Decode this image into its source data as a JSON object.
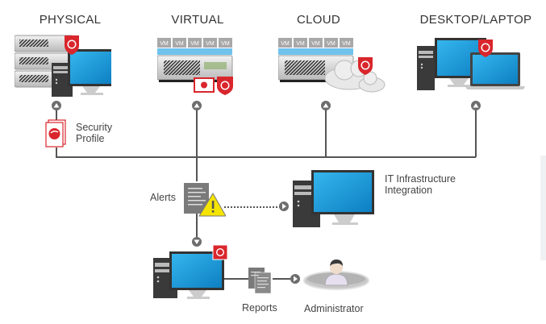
{
  "categories": [
    {
      "id": "physical",
      "title": "PHYSICAL"
    },
    {
      "id": "virtual",
      "title": "VIRTUAL"
    },
    {
      "id": "cloud",
      "title": "CLOUD"
    },
    {
      "id": "desktop",
      "title": "DESKTOP/LAPTOP"
    }
  ],
  "vm_label": "VM",
  "labels": {
    "security_profile_line1": "Security",
    "security_profile_line2": "Profile",
    "alerts": "Alerts",
    "it_integration_line1": "IT Infrastructure",
    "it_integration_line2": "Integration",
    "reports": "Reports",
    "administrator": "Administrator"
  },
  "colors": {
    "brand_red": "#d9262c",
    "screen_blue": "#1a9ad6",
    "vm_bar_blue": "#6fc3ec",
    "warning_yellow": "#f5e400",
    "line_gray": "#555555"
  }
}
